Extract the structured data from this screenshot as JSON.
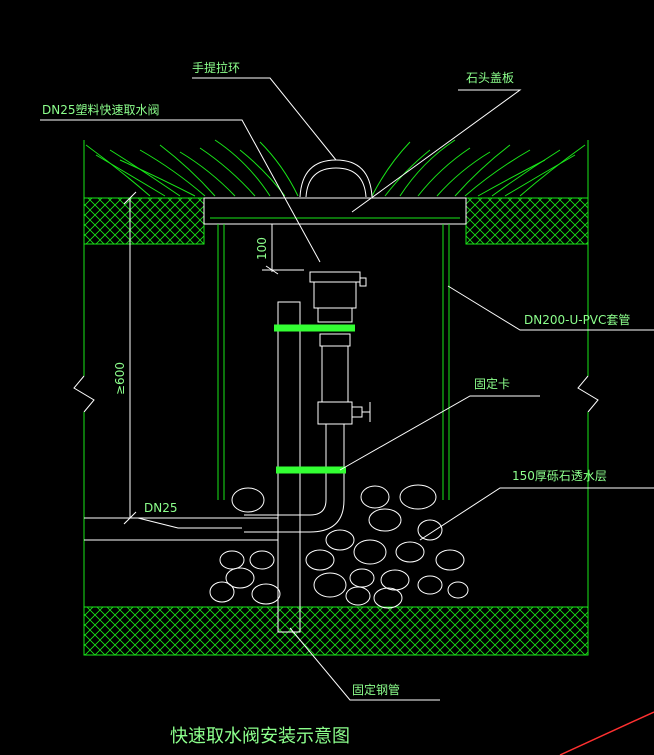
{
  "labels": {
    "pull_ring": "手提拉环",
    "stone_cover": "石头盖板",
    "valve": "DN25塑料快速取水阀",
    "dim_100": "100",
    "dim_600": "≥600",
    "sleeve": "DN200-U-PVC套管",
    "clamp": "固定卡",
    "gravel": "150厚砾石透水层",
    "pipe": "DN25",
    "steel_pipe": "固定钢管"
  },
  "title": "快速取水阀安装示意图",
  "colors": {
    "background": "#000000",
    "line": "#19e619",
    "text": "#8cff8c",
    "clamp_bar": "#33ff33",
    "accent": "#ff3030"
  }
}
